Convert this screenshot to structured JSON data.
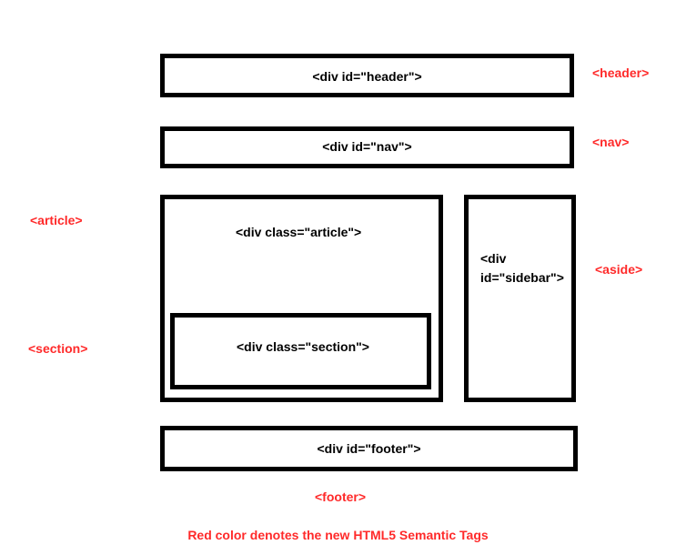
{
  "colors": {
    "box_border": "#000000",
    "semantic_tag": "#ff2a2a"
  },
  "boxes": {
    "header": "<div id=\"header\">",
    "nav": "<div id=\"nav\">",
    "article": "<div class=\"article\">",
    "section": "<div class=\"section\">",
    "sidebar_line1": "<div",
    "sidebar_line2": "id=\"sidebar\">",
    "footer": "<div id=\"footer\">"
  },
  "tags": {
    "header": "<header>",
    "nav": "<nav>",
    "article": "<article>",
    "section": "<section>",
    "aside": "<aside>",
    "footer": "<footer>"
  },
  "caption": "Red color denotes the new HTML5 Semantic Tags"
}
